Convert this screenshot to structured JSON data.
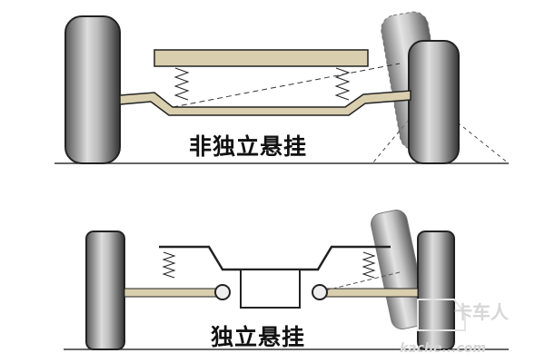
{
  "top_diagram": {
    "label": "非独立悬挂"
  },
  "bottom_diagram": {
    "label": "独立悬挂"
  },
  "watermark": {
    "brand": "卡车人",
    "site": "kache...com"
  },
  "colors": {
    "frame": "#d9cfae",
    "wheel": "#3a3a3a",
    "ink": "#111111"
  }
}
